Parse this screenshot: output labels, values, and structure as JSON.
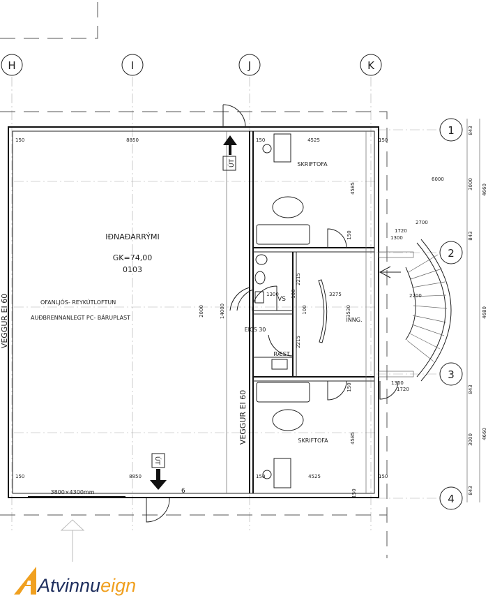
{
  "grid_axes": {
    "columns": [
      "H",
      "I",
      "J",
      "K"
    ],
    "rows": [
      "1",
      "2",
      "3",
      "4"
    ]
  },
  "rooms": {
    "main_hall": {
      "name": "IÐNAÐARRÝMI",
      "area": "GK=74,00",
      "number": "0103",
      "note1": "OFANLJÓS- REYKÚTLOFTUN",
      "note2": "AUÐBRENNANLEGT PC- BÁRUPLAST"
    },
    "office_top": "SKRIFTOFA",
    "office_bottom": "SKRIFTOFA",
    "wc": "VS",
    "cleaning": "RÆST",
    "entrance": "INNG."
  },
  "labels": {
    "wall_left": "VEGGUR EI 60",
    "wall_mid": "VEGGUR EI 60",
    "door_rating": "EICS 30",
    "exit_top": "ÚT",
    "exit_bottom": "ÚT",
    "garage_door": "3800×4300mm"
  },
  "dimensions": {
    "d150": "150",
    "d8850": "8850",
    "d4525": "4525",
    "d4585": "4585",
    "d2000": "2000",
    "d14000": "14000",
    "d2215": "2215",
    "d100": "100",
    "d1300": "1300",
    "d3275": "3275",
    "d3530": "3530",
    "d2700": "2700",
    "d1720": "1720",
    "d843": "843",
    "d3000": "3000",
    "d6000": "6000",
    "d4660": "4660",
    "d4680": "4680"
  },
  "logo": {
    "brand_a": "Atvinnu",
    "brand_b": "eign",
    "colors": {
      "orange": "#f0a020",
      "navy": "#1f2f5e"
    }
  }
}
